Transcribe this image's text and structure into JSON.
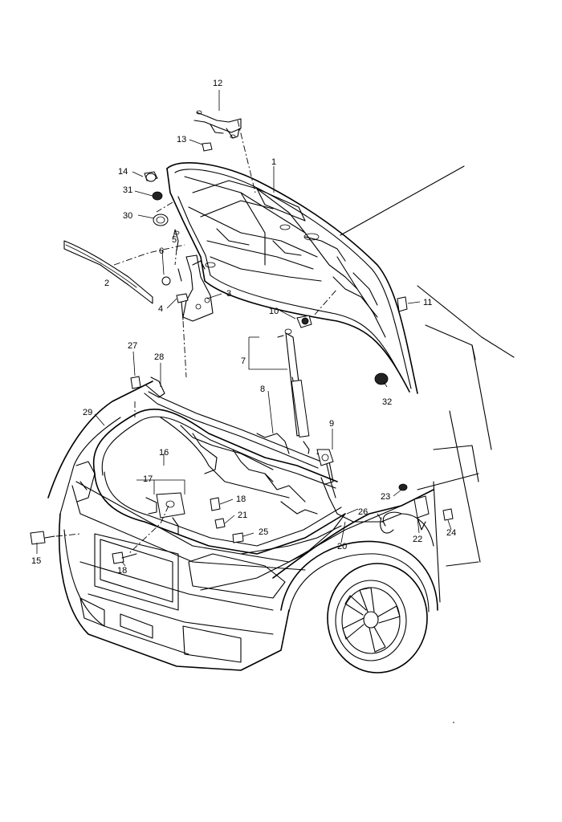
{
  "diagram": {
    "callouts": [
      {
        "id": "c1",
        "label": "1"
      },
      {
        "id": "c2",
        "label": "2"
      },
      {
        "id": "c3",
        "label": "3"
      },
      {
        "id": "c4",
        "label": "4"
      },
      {
        "id": "c5",
        "label": "5"
      },
      {
        "id": "c6",
        "label": "6"
      },
      {
        "id": "c7",
        "label": "7"
      },
      {
        "id": "c8",
        "label": "8"
      },
      {
        "id": "c9",
        "label": "9"
      },
      {
        "id": "c10",
        "label": "10"
      },
      {
        "id": "c11",
        "label": "11"
      },
      {
        "id": "c12",
        "label": "12"
      },
      {
        "id": "c13",
        "label": "13"
      },
      {
        "id": "c14",
        "label": "14"
      },
      {
        "id": "c15",
        "label": "15"
      },
      {
        "id": "c16",
        "label": "16"
      },
      {
        "id": "c17",
        "label": "17"
      },
      {
        "id": "c18a",
        "label": "18"
      },
      {
        "id": "c18b",
        "label": "18"
      },
      {
        "id": "c20",
        "label": "20"
      },
      {
        "id": "c21",
        "label": "21"
      },
      {
        "id": "c22",
        "label": "22"
      },
      {
        "id": "c23",
        "label": "23"
      },
      {
        "id": "c24",
        "label": "24"
      },
      {
        "id": "c25",
        "label": "25"
      },
      {
        "id": "c26",
        "label": "26"
      },
      {
        "id": "c27",
        "label": "27"
      },
      {
        "id": "c28",
        "label": "28"
      },
      {
        "id": "c29",
        "label": "29"
      },
      {
        "id": "c30",
        "label": "30"
      },
      {
        "id": "c31",
        "label": "31"
      },
      {
        "id": "c32",
        "label": "32"
      }
    ]
  }
}
